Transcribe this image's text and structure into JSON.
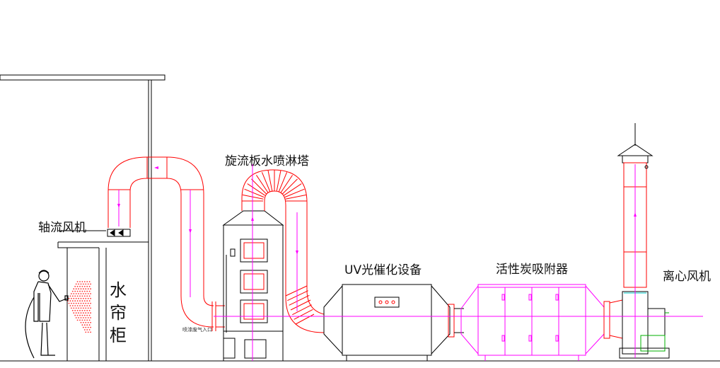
{
  "labels": {
    "axial_fan": "轴流风机",
    "water_curtain": "水帘柜",
    "spray_tower": "旋流板水喷淋塔",
    "uv_device": "UV光催化设备",
    "carbon_adsorber": "活性炭吸附器",
    "centrifugal_fan": "离心风机",
    "inlet_note": "喷漆废气入口"
  },
  "colors": {
    "duct": "#ff0000",
    "structure": "#000000",
    "axis": "#ff00ff",
    "carbon": "#ff00ff",
    "chimney_band": "#00c8c8",
    "motor": "#00b000",
    "spray": "#ff3030"
  }
}
